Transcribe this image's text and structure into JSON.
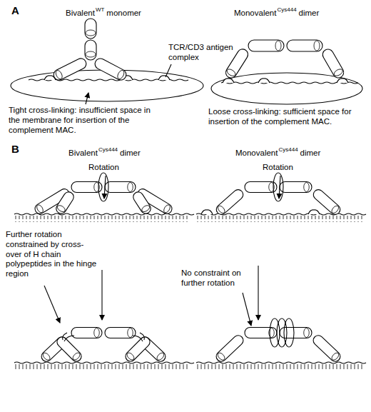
{
  "diagram": {
    "labels": [
      "A",
      "Bivalent",
      "WT",
      "monomer",
      "Monovalent",
      "Cys444",
      "dimer",
      "TCR/CD3 antigen complex",
      "Tight cross-linking: insufficient space in the membrane for insertion of the complement MAC.",
      "Loose cross-linking: sufficient space for insertion of the complement MAC.",
      "B",
      "Bivalent",
      "Cys444",
      "dimer",
      "Monovalent",
      "Cys444",
      "dimer",
      "Rotation",
      "Rotation",
      "Further rotation constrained by cross-over of H chain polypeptides in the hinge region",
      "No constraint on further rotation"
    ]
  }
}
